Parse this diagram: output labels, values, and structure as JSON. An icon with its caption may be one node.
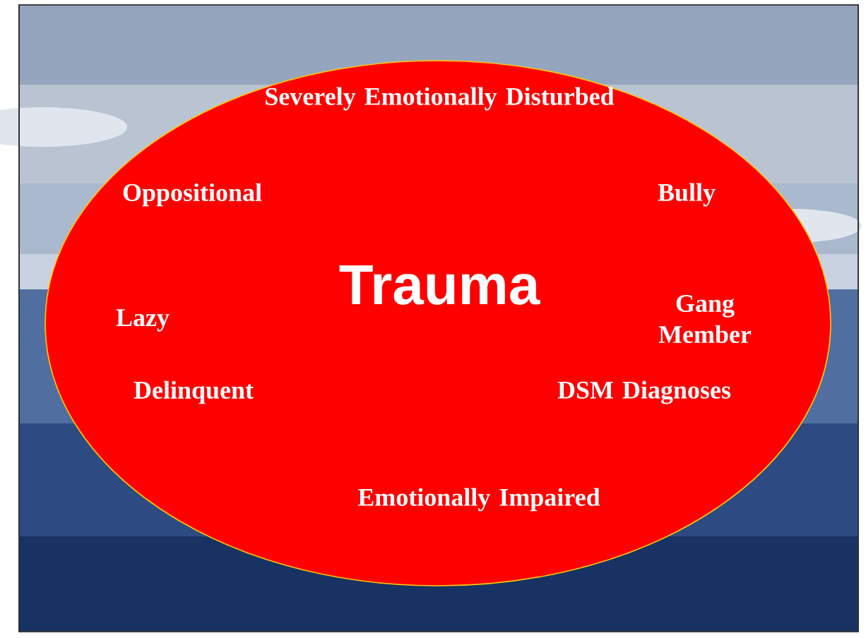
{
  "diagram": {
    "nodes": [
      {
        "text": [
          "Severely Emotionally Disturbed",
          "Oppositional",
          "Bully",
          "Trauma",
          "Lazy",
          "Gang Member",
          "Delinquent",
          "DSM Diagnoses",
          "Emotionally Impaired"
        ]
      }
    ]
  }
}
